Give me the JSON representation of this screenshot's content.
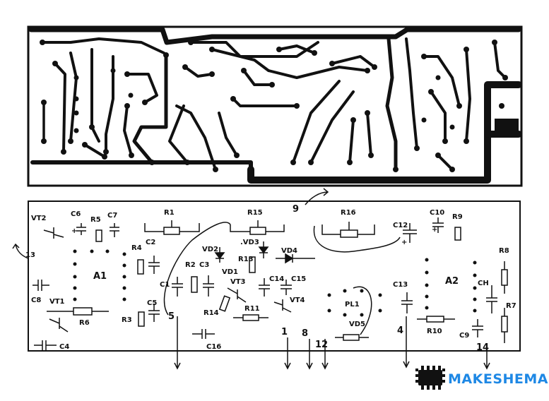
{
  "watermark": {
    "text_a": "MAKE",
    "text_b": "SHEMA",
    "color": "#1e88e5"
  },
  "components": {
    "VT2": "VT2",
    "C6": "C6",
    "R5": "R5",
    "C7": "C7",
    "R1": "R1",
    "R15": "R15",
    "R16": "R16",
    "C12": "C12",
    "C10": "C10",
    "R9": "R9",
    "R8": "R8",
    "R4": "R4",
    "C2": "C2",
    "VD2": "VD2",
    "VD3": ".VD3",
    "VD4": "VD4",
    "R13": "R13",
    "A1": "A1",
    "A2": "A2",
    "C8": "C8",
    "VT1": "VT1",
    "R6": "R6",
    "C1": "C1",
    "R2": "R2",
    "C3": "C3",
    "VD1": "VD1",
    "VT3": "VT3",
    "C14": "C14",
    "C15": "C15",
    "VT4": "VT4",
    "PL1": "PL1",
    "C13": "C13",
    "CH": "CH",
    "R7": "R7",
    "R3": "R3",
    "C5": "C5",
    "R14": "R14",
    "R11": "R11",
    "VD5": "VD5",
    "R10": "R10",
    "C9": "C9",
    "C4": "C4",
    "C16": "C16"
  },
  "pins": {
    "p13": "13",
    "p9": "9",
    "p5": "5",
    "p1": "1",
    "p8": "8",
    "p12": "12",
    "p4": "4",
    "p14": "14"
  },
  "polarity": {
    "c6": "+",
    "c10": "+",
    "c12": "+"
  }
}
